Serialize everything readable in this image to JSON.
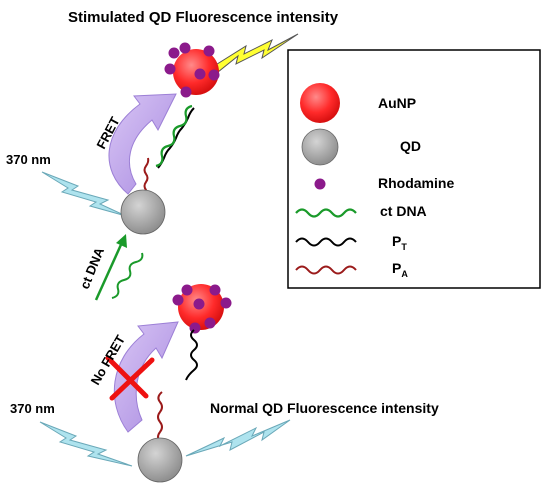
{
  "top_title": "Stimulated QD Fluorescence intensity",
  "bottom_title": "Normal QD Fluorescence intensity",
  "wavelength_top": "370 nm",
  "wavelength_bottom": "370 nm",
  "fret_label": "FRET",
  "no_fret_label": "No FRET",
  "ct_dna_label": "ct DNA",
  "legend": {
    "aunp": "AuNP",
    "qd": "QD",
    "rhodamine": "Rhodamine",
    "ct_dna": "ct DNA",
    "pt_main": "P",
    "pt_sub": "T",
    "pa_main": "P",
    "pa_sub": "A"
  },
  "colors": {
    "aunp": "#ff2a2a",
    "qd": "#a6a6a6",
    "rhodamine": "#8b1a8b",
    "ct_dna": "#1a9a2a",
    "pt": "#000000",
    "pa": "#9b1b1b",
    "fret_arrow": "#c3a6ee",
    "lightning_blue": "#aee3ee",
    "lightning_yellow": "#ffff33",
    "cross": "#ee1111"
  }
}
